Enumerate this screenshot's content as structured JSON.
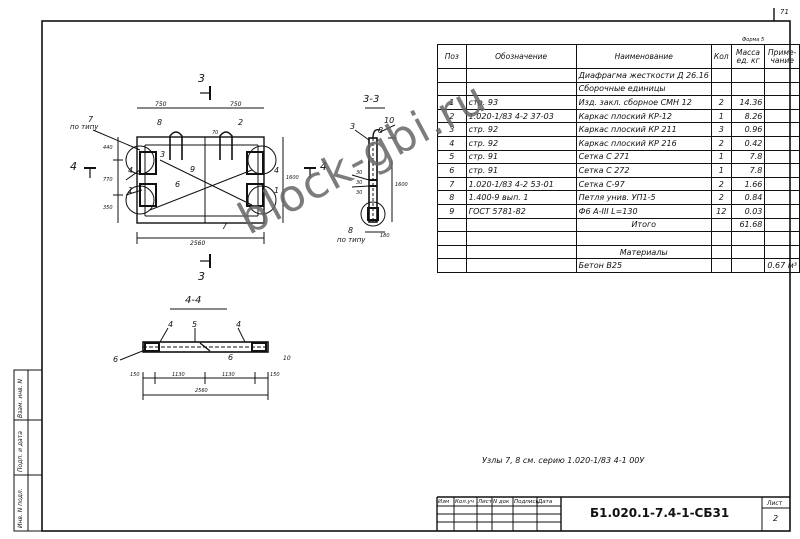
{
  "sheet": {
    "page_number": "71",
    "corner_mark": "Форма 5",
    "footnote": "Узлы 7, 8 см. серию 1.020-1/83 4-1 00У",
    "title_code": "Б1.020.1-7.4-1-СБ31",
    "sheet_label": "Лист",
    "sheet_number": "2",
    "watermark": "block-gbi.ru"
  },
  "title_block": {
    "headers": [
      "Изм",
      "Кол.уч",
      "Лист",
      "N док",
      "Подпись",
      "Дата"
    ]
  },
  "side_stamp": {
    "labels": [
      "Инв. N подл.",
      "Подп. и дата",
      "Взам. инв. N"
    ]
  },
  "spec": {
    "headers": {
      "pos": "Поз",
      "designation": "Обозначение",
      "name": "Наименование",
      "qty": "Кол",
      "mass": "Масса ед. кг",
      "note": "Приме-чание"
    },
    "section_title": "Диафрагма жесткости Д 26.16",
    "subsection": "Сборочные единицы",
    "rows": [
      {
        "pos": "1",
        "designation": "стр. 93",
        "name": "Изд. закл. сборное СМН 12",
        "qty": "2",
        "mass": "14.36"
      },
      {
        "pos": "2",
        "designation": "1.020-1/83 4-2 37-03",
        "name": "Каркас плоский КР-12",
        "qty": "1",
        "mass": "8.26"
      },
      {
        "pos": "3",
        "designation": "стр. 92",
        "name": "Каркас плоский КР 211",
        "qty": "3",
        "mass": "0.96"
      },
      {
        "pos": "4",
        "designation": "стр. 92",
        "name": "Каркас плоский КР 216",
        "qty": "2",
        "mass": "0.42"
      },
      {
        "pos": "5",
        "designation": "стр. 91",
        "name": "Сетка С 271",
        "qty": "1",
        "mass": "7.8"
      },
      {
        "pos": "6",
        "designation": "стр. 91",
        "name": "Сетка С 272",
        "qty": "1",
        "mass": "7.8"
      },
      {
        "pos": "7",
        "designation": "1.020-1/83 4-2 53-01",
        "name": "Сетка С-97",
        "qty": "2",
        "mass": "1.66"
      },
      {
        "pos": "8",
        "designation": "1.400-9 вып. 1",
        "name": "Петля унив. УП1-5",
        "qty": "2",
        "mass": "0.84"
      },
      {
        "pos": "9",
        "designation": "ГОСТ 5781-82",
        "name": "Ф6 А-III  L=130",
        "qty": "12",
        "mass": "0.03"
      }
    ],
    "total_label": "Итого",
    "total_value": "61.68",
    "materials_label": "Материалы",
    "concrete_name": "Бетон В25",
    "concrete_volume": "0.67 м³"
  },
  "drawings": {
    "section_3_3_title": "3-3",
    "section_4_4_title": "4-4",
    "cut_3": "3",
    "cut_4": "4",
    "per_type": "по типу",
    "dims_elevation": [
      "750",
      "750",
      "2560",
      "440",
      "770",
      "350",
      "1600"
    ],
    "dims_section": [
      "30",
      "30",
      "30",
      "1600",
      "180"
    ],
    "dims_plan": [
      "150",
      "1130",
      "1130",
      "150",
      "2560"
    ],
    "callouts": [
      "7",
      "8",
      "2",
      "3",
      "9",
      "4",
      "1",
      "6",
      "5",
      "10",
      "70"
    ]
  }
}
